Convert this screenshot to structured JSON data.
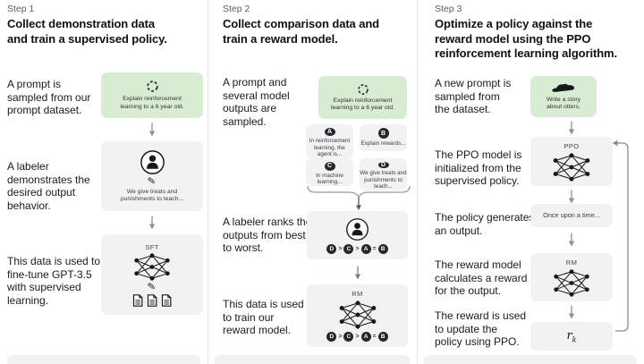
{
  "colors": {
    "prompt_green": "#d8ecd4",
    "card_gray": "#f2f2f3",
    "badge_dark": "#26262e"
  },
  "ranking": [
    "D",
    ">",
    "C",
    ">",
    "A",
    "=",
    "B"
  ],
  "columns": [
    {
      "step": "Step 1",
      "title": "Collect demonstration data\nand train a supervised policy.",
      "texts": [
        "A prompt is\nsampled from our\nprompt dataset.",
        "A labeler\ndemonstrates the\ndesired output\nbehavior.",
        "This data is used to\nfine-tune GPT-3.5\nwith supervised\nlearning."
      ],
      "prompt_text": "Explain reinforcement\nlearning to a 6 year old.",
      "labeler_note": "We give treats and\npunishments to teach...",
      "model_label": "SFT"
    },
    {
      "step": "Step 2",
      "title": "Collect comparison data and\ntrain a reward model.",
      "texts": [
        "A prompt and\nseveral model\noutputs are\nsampled.",
        "A labeler ranks the\noutputs from best\nto worst.",
        "This data is used\nto train our\nreward model."
      ],
      "prompt_text": "Explain reinforcement\nlearning to a 6 year old.",
      "outputs": [
        {
          "letter": "A",
          "text": "In reinforcement\nlearning, the\nagent is..."
        },
        {
          "letter": "B",
          "text": "Explain rewards..."
        },
        {
          "letter": "C",
          "text": "In machine\nlearning..."
        },
        {
          "letter": "D",
          "text": "We give treats and\npunishments to\nteach..."
        }
      ],
      "model_label": "RM"
    },
    {
      "step": "Step 3",
      "title": "Optimize a policy against the\nreward model using the PPO\nreinforcement learning algorithm.",
      "texts": [
        "A new prompt is\nsampled from\nthe dataset.",
        "The PPO model is\ninitialized from the\nsupervised policy.",
        "The policy generates\nan output.",
        "The reward model\ncalculates a reward\nfor the output.",
        "The reward is used\nto update the\npolicy using PPO."
      ],
      "prompt_text": "Write a story\nabout otters.",
      "ppo_label": "PPO",
      "output_text": "Once upon a time...",
      "rm_label": "RM",
      "reward_var": "r",
      "reward_sub": "k"
    }
  ]
}
